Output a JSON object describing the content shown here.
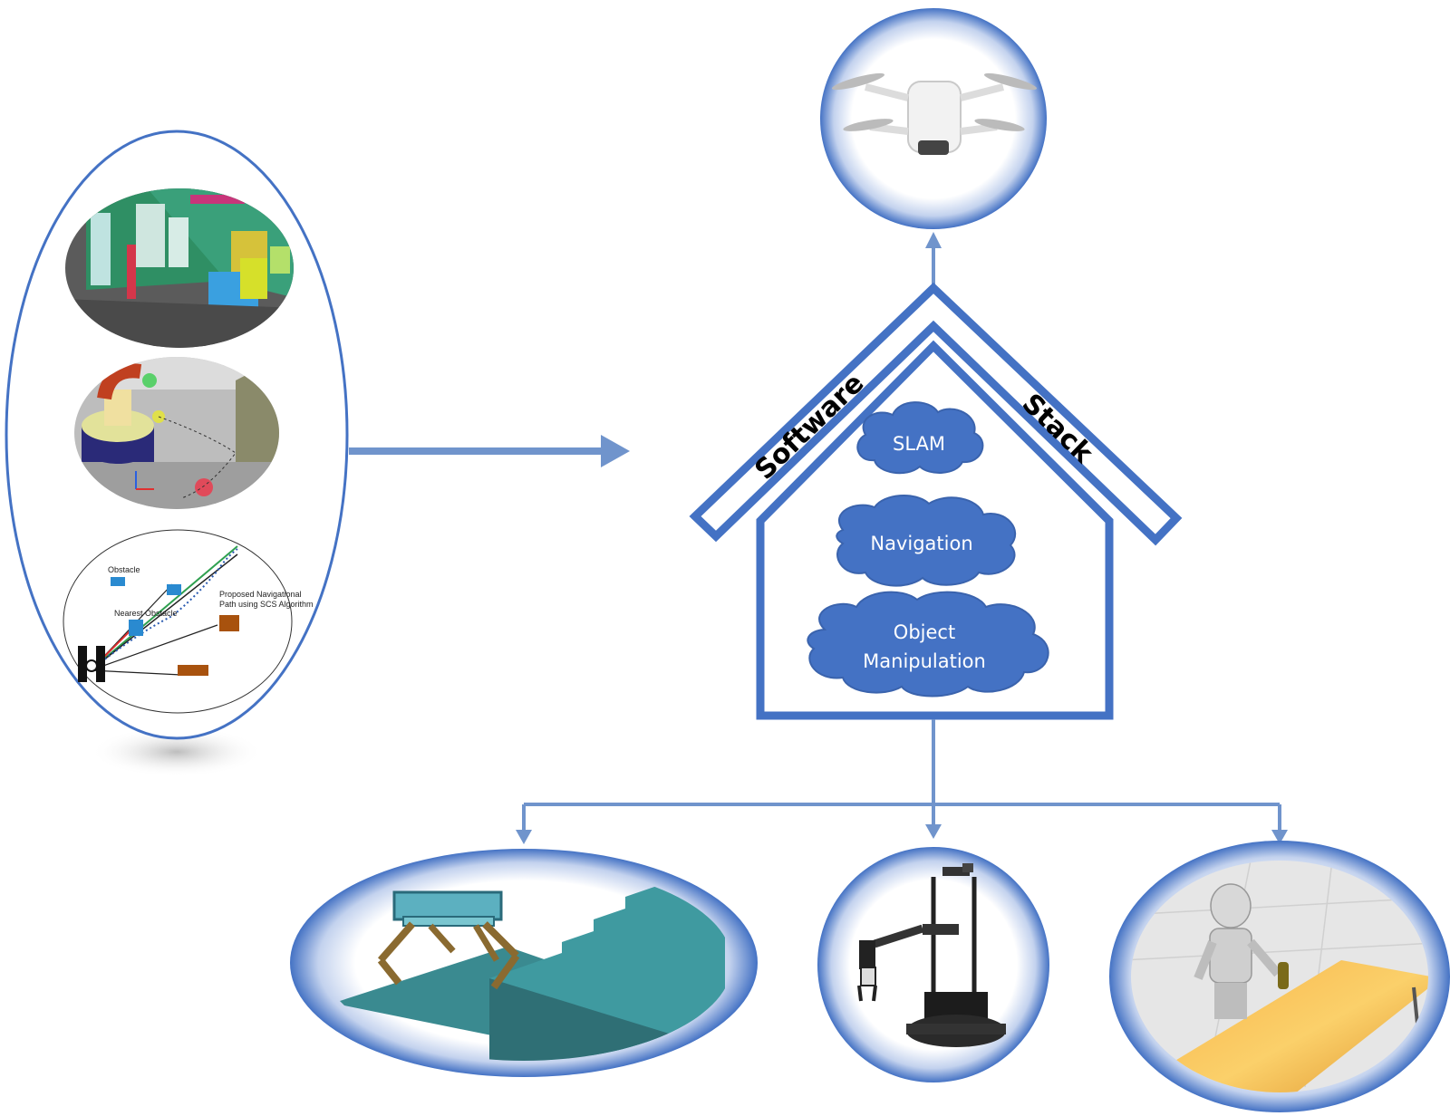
{
  "colors": {
    "accent": "#4472c4",
    "arrow": "#7094cc",
    "cloud_fill": "#4472c4",
    "cloud_text": "#ffffff",
    "roof_text": "#000000"
  },
  "roof": {
    "left_label": "Software",
    "right_label": "Stack"
  },
  "clouds": {
    "slam": "SLAM",
    "navigation": "Navigation",
    "manipulation_line1": "Object",
    "manipulation_line2": "Manipulation"
  },
  "panels": {
    "nav_plot": {
      "obstacle": "Obstacle",
      "nearest_obstacle": "Nearest Obstacle",
      "proposed_line1": "Proposed Navigational",
      "proposed_line2": "Path using SCS Algorithm"
    }
  },
  "icons": [
    "drone-image",
    "quadruped-stairs-image",
    "mobile-manipulator-image",
    "humanoid-table-image",
    "semantic-map-image",
    "manipulator-planning-image",
    "navigation-path-plot-image"
  ]
}
